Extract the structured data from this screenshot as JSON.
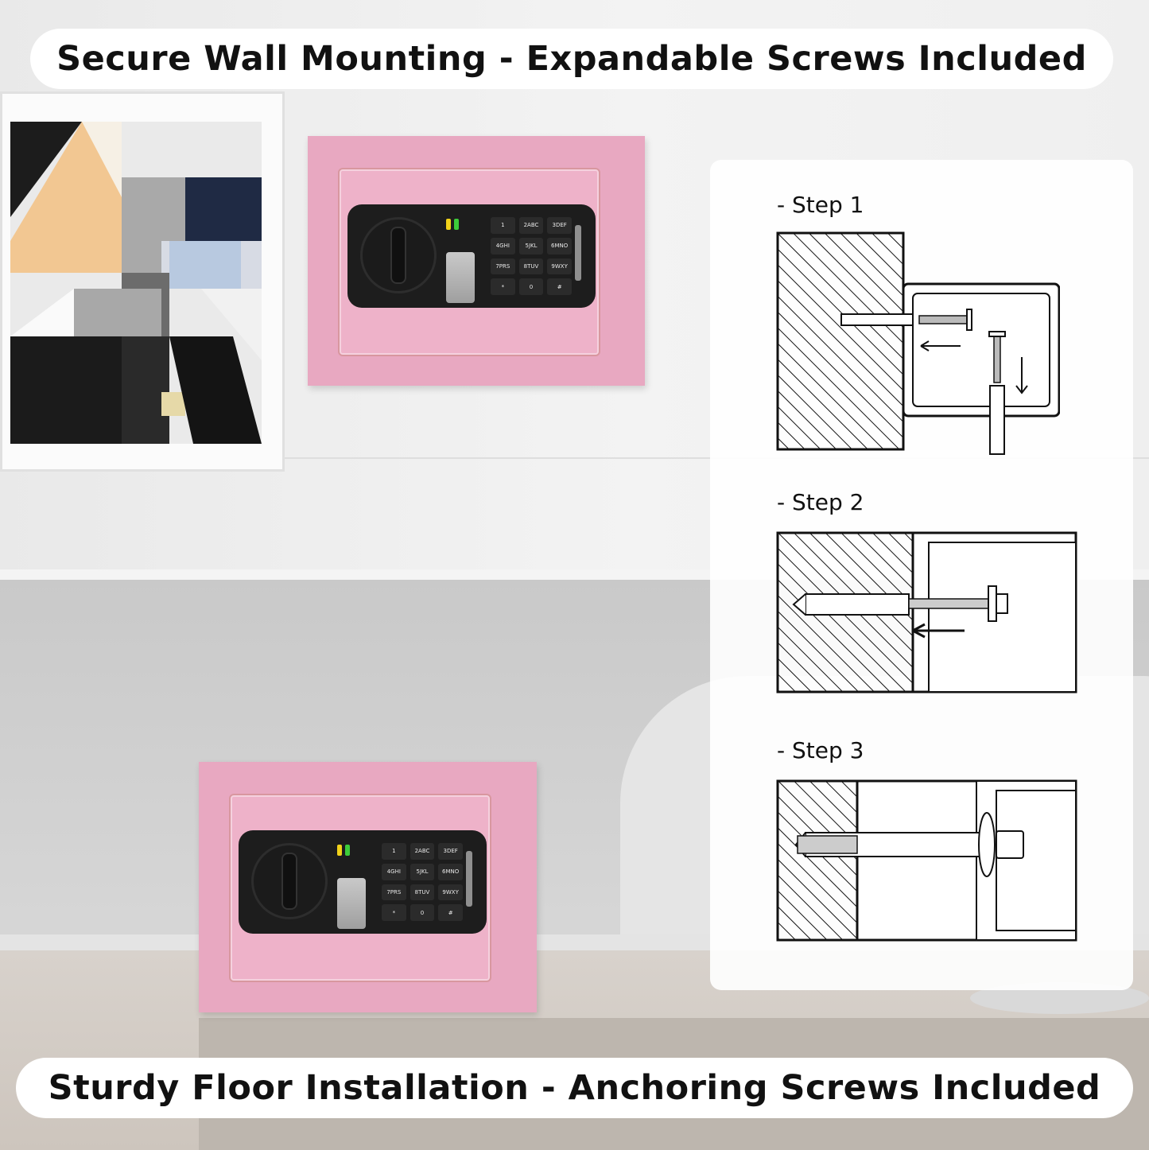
{
  "banners": {
    "top": "Secure Wall Mounting - Expandable Screws Included",
    "bottom": "Sturdy Floor Installation - Anchoring Screws Included"
  },
  "steps": [
    {
      "label": "- Step 1"
    },
    {
      "label": "- Step 2"
    },
    {
      "label": "- Step 3"
    }
  ],
  "safe": {
    "color": "#e8a8c1",
    "keypad": [
      "1",
      "2ABC",
      "3DEF",
      "4GHI",
      "5JKL",
      "6MNO",
      "7PRS",
      "8TUV",
      "9WXY",
      "*",
      "0",
      "#"
    ],
    "led_colors": [
      "#f2d21a",
      "#3dcc3a"
    ]
  },
  "colors": {
    "banner_bg": "#ffffff",
    "banner_text": "#111111",
    "diagram_stroke": "#111111"
  }
}
